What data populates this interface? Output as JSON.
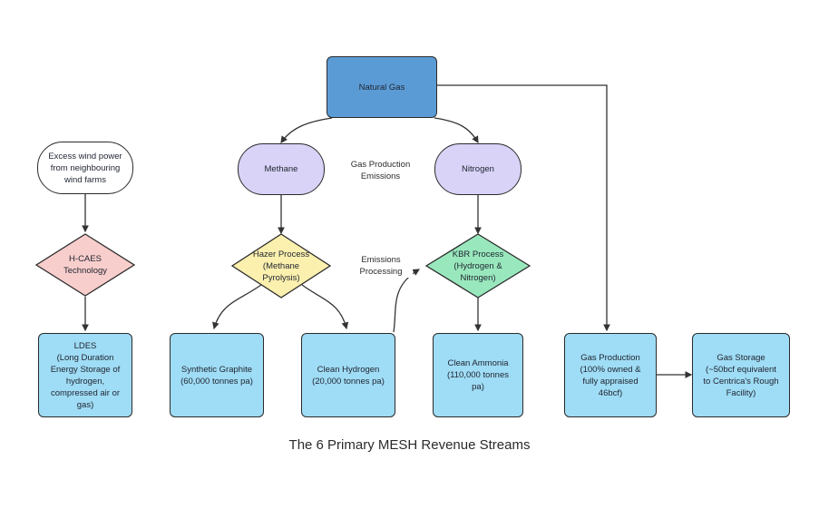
{
  "diagram": {
    "title": "The 6 Primary MESH Revenue Streams",
    "colors": {
      "natural_gas_fill": "#5b9bd5",
      "gas_stream_fill": "#d8d3f7",
      "process_methane_fill": "#fbf0ae",
      "process_kbr_fill": "#99e8bd",
      "hcaes_fill": "#f8cecc",
      "product_fill": "#9fdcf5",
      "source_fill": "#ffffff",
      "stroke": "#2b2b2b",
      "text": "#1f2430"
    },
    "nodes": [
      {
        "id": "natural-gas",
        "label": "Natural Gas",
        "shape": "rect"
      },
      {
        "id": "excess-wind-power",
        "label": "Excess wind power\nfrom neighbouring\nwind farms",
        "shape": "stadium"
      },
      {
        "id": "methane",
        "label": "Methane",
        "shape": "stadium"
      },
      {
        "id": "nitrogen",
        "label": "Nitrogen",
        "shape": "stadium"
      },
      {
        "id": "hcaes-technology",
        "label": "H-CAES\nTechnology",
        "shape": "diamond"
      },
      {
        "id": "hazer-process",
        "label": "Hazer Process\n(Methane\nPyrolysis)",
        "shape": "diamond"
      },
      {
        "id": "kbr-process",
        "label": "KBR Process\n(Hydrogen &\nNitrogen)",
        "shape": "diamond"
      },
      {
        "id": "ldes",
        "label": "LDES\n(Long Duration\nEnergy Storage of\nhydrogen,\ncompressed air or\ngas)",
        "shape": "rect"
      },
      {
        "id": "synthetic-graphite",
        "label": "Synthetic Graphite\n(60,000 tonnes pa)",
        "shape": "rect"
      },
      {
        "id": "clean-hydrogen",
        "label": "Clean Hydrogen\n(20,000 tonnes pa)",
        "shape": "rect"
      },
      {
        "id": "clean-ammonia",
        "label": "Clean Ammonia\n(110,000 tonnes\npa)",
        "shape": "rect"
      },
      {
        "id": "gas-production",
        "label": "Gas Production\n(100% owned &\nfully appraised\n46bcf)",
        "shape": "rect"
      },
      {
        "id": "gas-storage",
        "label": "Gas Storage\n(~50bcf equivalent\nto Centrica's Rough\nFacility)",
        "shape": "rect"
      }
    ],
    "edge_labels": [
      {
        "id": "gas-production-emissions",
        "label": "Gas Production\nEmissions"
      },
      {
        "id": "emissions-processing",
        "label": "Emissions\nProcessing"
      }
    ],
    "edges": [
      {
        "from": "natural-gas",
        "to": "methane"
      },
      {
        "from": "natural-gas",
        "to": "nitrogen"
      },
      {
        "from": "natural-gas",
        "to": "gas-production"
      },
      {
        "from": "excess-wind-power",
        "to": "hcaes-technology"
      },
      {
        "from": "methane",
        "to": "hazer-process"
      },
      {
        "from": "nitrogen",
        "to": "kbr-process"
      },
      {
        "from": "hcaes-technology",
        "to": "ldes"
      },
      {
        "from": "hazer-process",
        "to": "synthetic-graphite"
      },
      {
        "from": "hazer-process",
        "to": "clean-hydrogen"
      },
      {
        "from": "kbr-process",
        "to": "clean-ammonia"
      },
      {
        "from": "clean-hydrogen",
        "to": "kbr-process"
      },
      {
        "from": "gas-production",
        "to": "gas-storage"
      }
    ]
  }
}
